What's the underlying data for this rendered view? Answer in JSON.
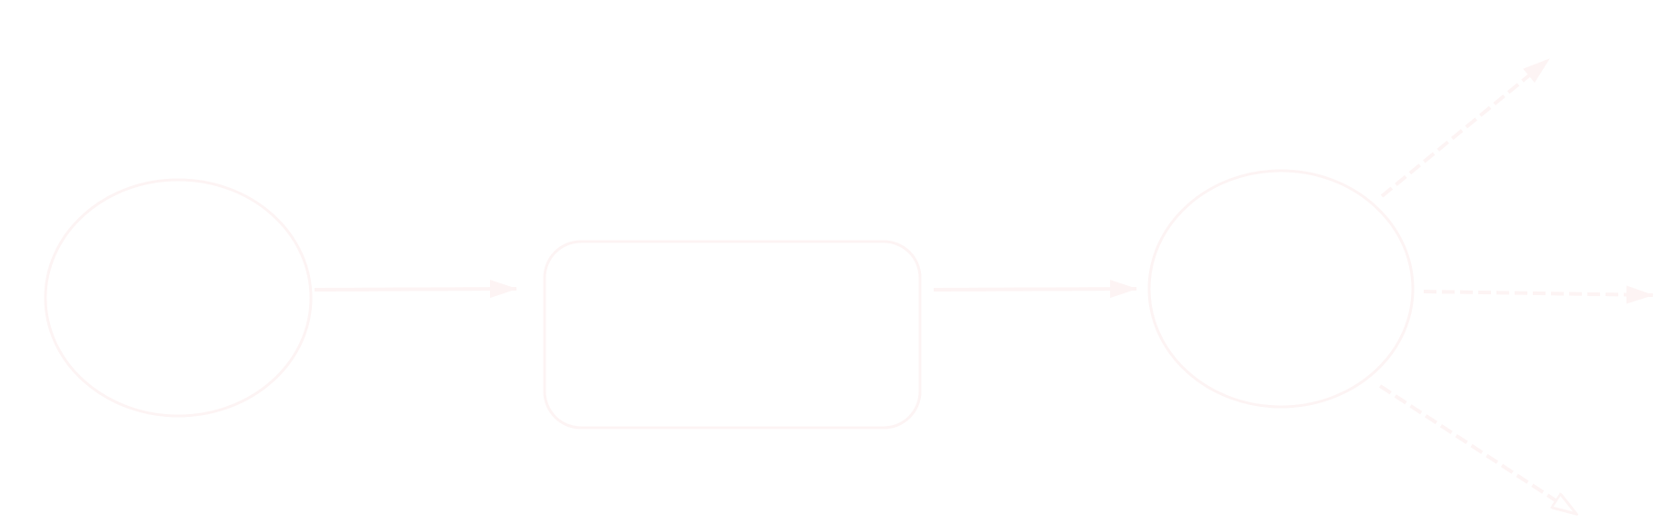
{
  "diagram": {
    "stroke_color": "#fdf4f4",
    "nodes": [
      {
        "id": "source",
        "shape": "ellipse",
        "label": ""
      },
      {
        "id": "process",
        "shape": "rounded-rect",
        "label": ""
      },
      {
        "id": "hub",
        "shape": "ellipse",
        "label": ""
      }
    ],
    "edges": [
      {
        "id": "source-to-process",
        "from": "source",
        "to": "process",
        "style": "solid",
        "head": "filled"
      },
      {
        "id": "process-to-hub",
        "from": "process",
        "to": "hub",
        "style": "solid",
        "head": "filled"
      },
      {
        "id": "hub-to-upper-right",
        "from": "hub",
        "to": "",
        "style": "dashed",
        "head": "filled"
      },
      {
        "id": "hub-to-right",
        "from": "hub",
        "to": "",
        "style": "dashed",
        "head": "filled"
      },
      {
        "id": "hub-to-lower-right",
        "from": "hub",
        "to": "",
        "style": "dashed",
        "head": "open"
      }
    ]
  }
}
